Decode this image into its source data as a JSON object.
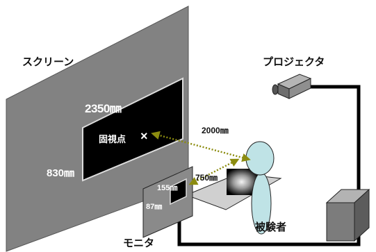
{
  "labels": {
    "screen": "スクリーン",
    "projector": "プロジェクタ",
    "monitor": "モニタ",
    "subject": "被験者",
    "fixation_point": "固視点",
    "fixation_mark": "×"
  },
  "dimensions": {
    "screen_width": "2350㎜",
    "screen_height": "830㎜",
    "screen_distance": "2000㎜",
    "monitor_distance": "750㎜",
    "monitor_width": "155㎜",
    "monitor_height": "87㎜"
  },
  "colors": {
    "screen_panel": "#828282",
    "image_area": "#000000",
    "subject": "#bfe3e6",
    "sight_line": "#8c8c10",
    "cable": "#000000",
    "device": "#7c7c7c"
  },
  "icons": {
    "projector": "projector-icon",
    "subject": "person-icon"
  }
}
